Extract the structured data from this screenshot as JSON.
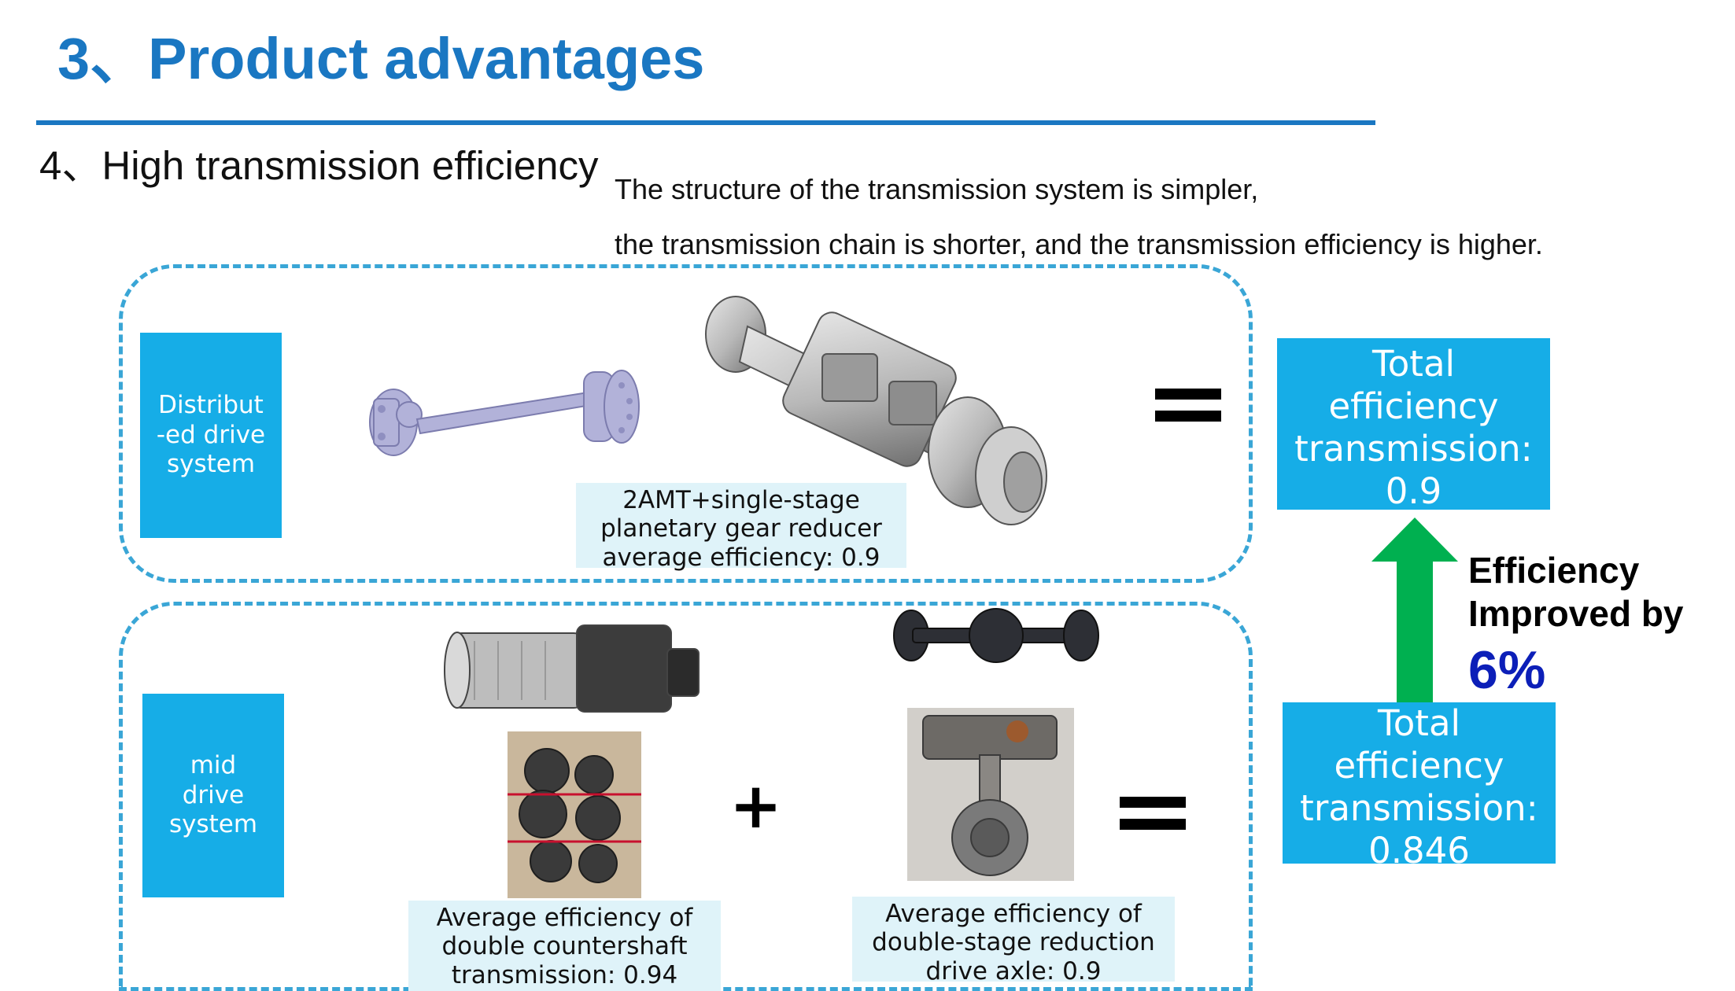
{
  "header": {
    "title": "3、Product advantages",
    "subtitle": "4、High transmission efficiency"
  },
  "description": {
    "line1": "The structure of the transmission system is simpler,",
    "line2": "the transmission chain is shorter, and the transmission efficiency is higher."
  },
  "distributed": {
    "label": "Distribut\n-ed drive\nsystem",
    "caption": "2AMT+single-stage\nplanetary gear reducer\naverage efficiency: 0.9",
    "total": "Total\nefficiency\ntransmission:\n0.9"
  },
  "mid": {
    "label": "mid\ndrive\nsystem",
    "caption_transmission": "Average efficiency of\ndouble countershaft\ntransmission: 0.94",
    "plus": "+",
    "caption_axle": "Average efficiency of\ndouble-stage reduction\ndrive axle: 0.9",
    "total": "Total\nefficiency\ntransmission:\n0.846"
  },
  "improvement": {
    "text": "Efficiency\nImproved by",
    "value": "6%"
  },
  "colors": {
    "title_blue": "#1a77c2",
    "box_blue": "#16ade7",
    "caption_bg": "#dff3f9",
    "frame_dash": "#3aa6d6",
    "arrow_green": "#00b050",
    "highlight_value": "#0c1fb8"
  }
}
